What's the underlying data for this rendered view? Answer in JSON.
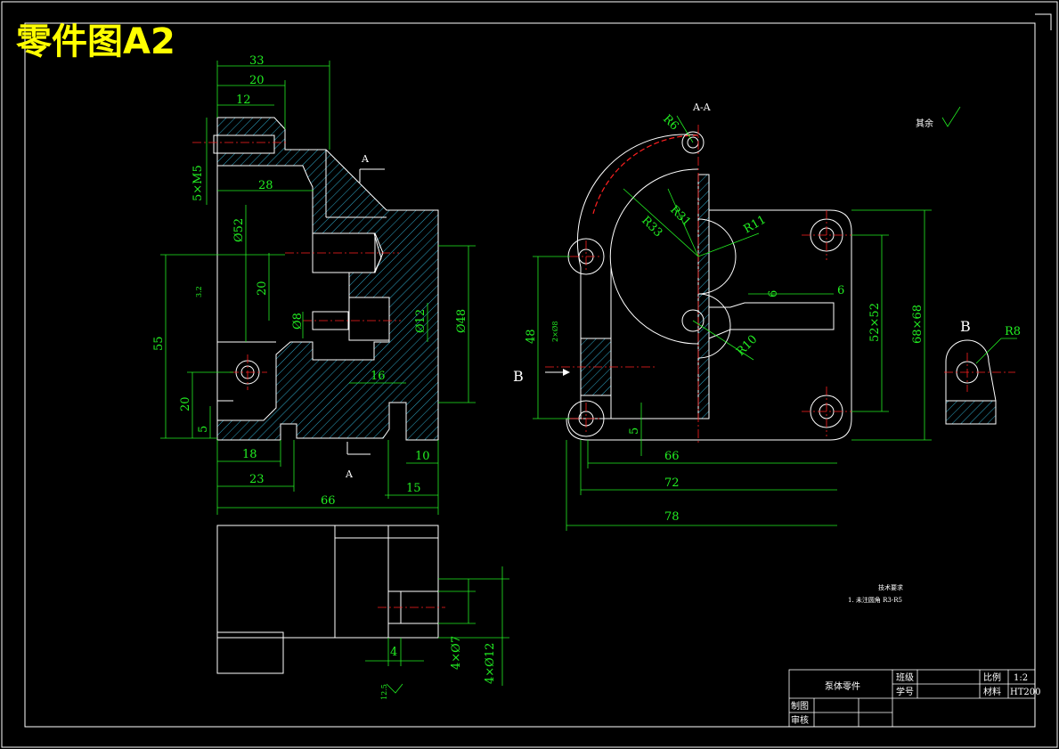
{
  "title": "零件图A2",
  "surface_note": "其余",
  "section_labels": {
    "section_a": "A-A",
    "cut_a_top": "A",
    "cut_a_bottom": "A",
    "view_b_left": "B",
    "view_b_right": "B"
  },
  "front_view_dims": {
    "d33": "33",
    "d20_top": "20",
    "d12": "12",
    "d28": "28",
    "d5xm5": "5×M5",
    "dphi52": "Ø52",
    "d20_mid": "20",
    "dphi8": "Ø8",
    "dphi12": "Ø12",
    "dphi48": "Ø48",
    "d16": "16",
    "d55": "55",
    "d20_low": "20",
    "d5_low": "5",
    "d18": "18",
    "d23": "23",
    "d66": "66",
    "d15": "15",
    "d10": "10",
    "r32": "3.2"
  },
  "section_view_dims": {
    "r6": "R6",
    "r33": "R33",
    "r31": "R31",
    "r11": "R11",
    "d6a": "6",
    "d6b": "6",
    "d52x52": "52×52",
    "d68x68": "68×68",
    "d48": "48",
    "r10": "R10",
    "d5": "5",
    "d66": "66",
    "d72": "72",
    "d78": "78",
    "holes": "2×Ø8"
  },
  "detail_b_dims": {
    "r8": "R8"
  },
  "bottom_view_dims": {
    "d4": "4",
    "d4x7": "4×Ø7",
    "d4x12": "4×Ø12",
    "r125": "12.5"
  },
  "tech_notes": {
    "heading": "技术要求",
    "line1": "1. 未注圆角 R3-R5"
  },
  "title_block": {
    "part_name": "泵体零件",
    "class_label": "班级",
    "id_label": "学号",
    "scale_label": "比例",
    "scale_value": "1:2",
    "material_label": "材料",
    "material_value": "HT200",
    "drawn_label": "制图",
    "checked_label": "审核"
  },
  "colors": {
    "title": "#ffff00",
    "dimension": "#22ee22",
    "centerline": "#ff2020",
    "outline": "#ffffff",
    "background": "#000000"
  }
}
